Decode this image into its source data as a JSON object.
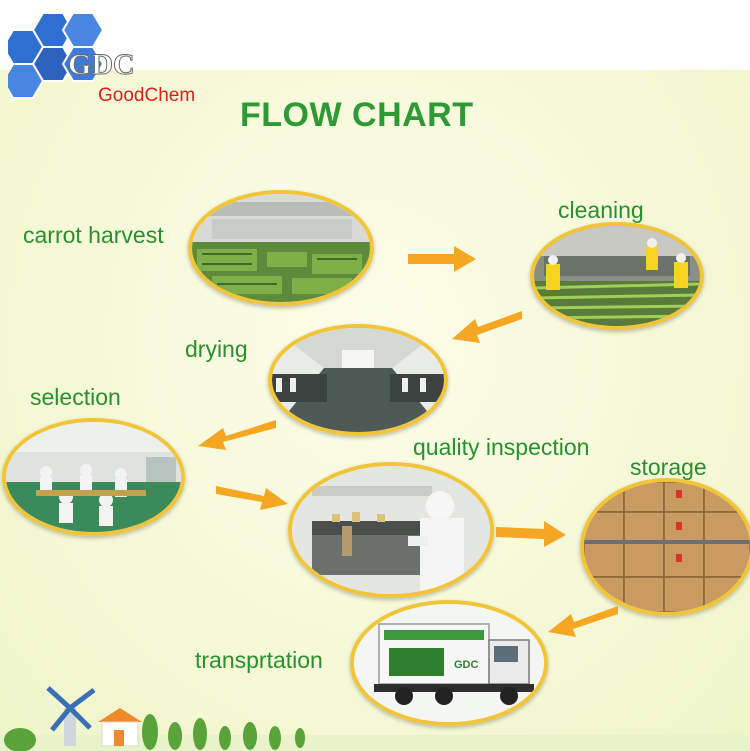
{
  "logo": {
    "abbrev": "GDC",
    "name": "GoodChem",
    "icon": "hexagon-logo-icon"
  },
  "title": "FLOW CHART",
  "steps": [
    {
      "label": "carrot harvest",
      "photo": "field-photo"
    },
    {
      "label": "cleaning",
      "photo": "cleaning-line-photo"
    },
    {
      "label": "drying",
      "photo": "drying-room-photo"
    },
    {
      "label": "selection",
      "photo": "selection-workshop-photo"
    },
    {
      "label": "quality inspection",
      "photo": "lab-inspection-photo"
    },
    {
      "label": "storage",
      "photo": "warehouse-cartons-photo"
    },
    {
      "label": "transprtation",
      "photo": "truck-photo"
    }
  ],
  "truck_panel_text": "GDC",
  "colors": {
    "title": "#2e9a35",
    "label": "#2a8f2f",
    "arrow": "#f5a623",
    "photo_border": "#f2c438",
    "logo_blue": "#2f6fd0",
    "logo_red": "#d9201e"
  }
}
